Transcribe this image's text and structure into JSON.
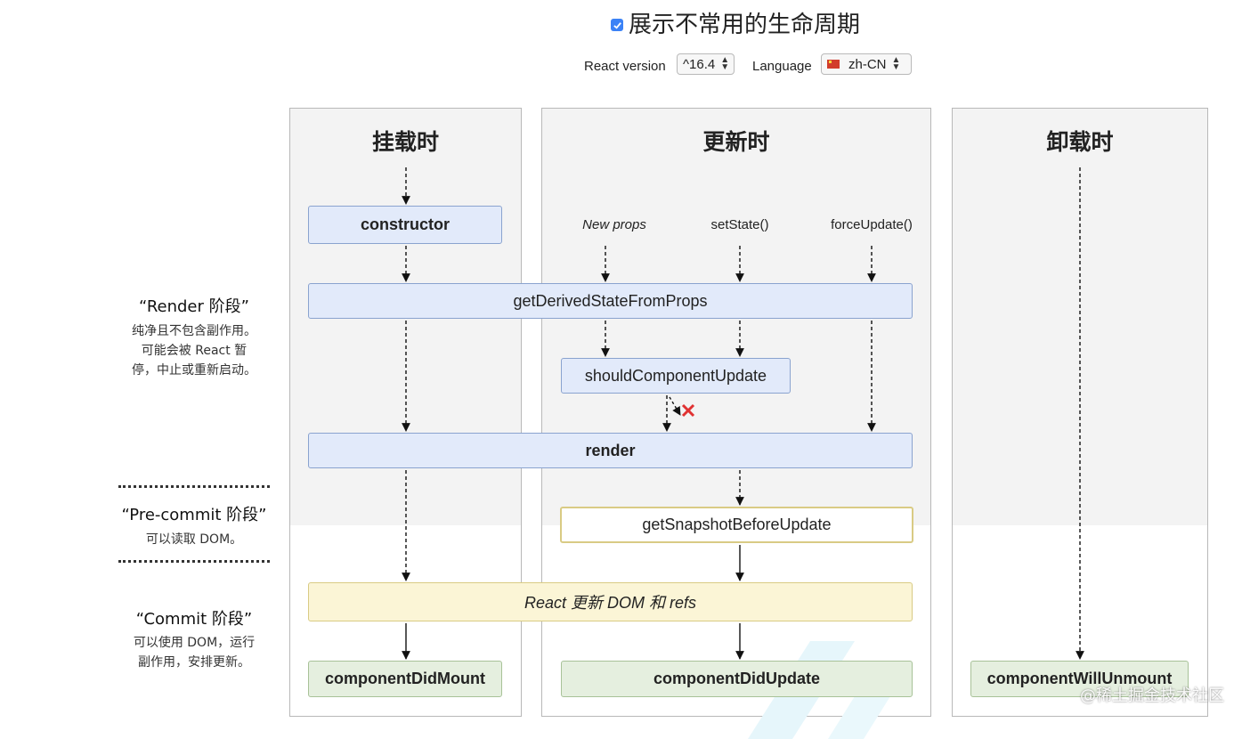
{
  "header": {
    "title": "展示不常用的生命周期",
    "react_version_label": "React version",
    "react_version_value": "^16.4",
    "language_label": "Language",
    "language_value": "zh-CN"
  },
  "columns": {
    "mounting": {
      "title": "挂载时"
    },
    "updating": {
      "title": "更新时"
    },
    "unmounting": {
      "title": "卸载时"
    }
  },
  "phases": {
    "render": {
      "title": "“Render 阶段”",
      "desc_lines": [
        "纯净且不包含副作用。",
        "可能会被 React 暂",
        "停，中止或重新启动。"
      ]
    },
    "precommit": {
      "title": "“Pre-commit 阶段”",
      "desc_lines": [
        "可以读取 DOM。"
      ]
    },
    "commit": {
      "title": "“Commit 阶段”",
      "desc_lines": [
        "可以使用 DOM，运行",
        "副作用，安排更新。"
      ]
    }
  },
  "triggers": {
    "new_props": "New props",
    "set_state": "setState()",
    "force_update": "forceUpdate()"
  },
  "methods": {
    "constructor": "constructor",
    "get_derived_state": "getDerivedStateFromProps",
    "should_update": "shouldComponentUpdate",
    "render": "render",
    "get_snapshot": "getSnapshotBeforeUpdate",
    "react_updates_dom": "React 更新 DOM 和 refs",
    "did_mount": "componentDidMount",
    "did_update": "componentDidUpdate",
    "will_unmount": "componentWillUnmount"
  },
  "watermark": "@稀土掘金技术社区",
  "colors": {
    "render_box": "#e2eafa",
    "commit_box": "#fbf5d6",
    "lifecycle_end_box": "#e5efdf",
    "cancel_mark": "#e03131",
    "checkbox": "#3b82f6"
  }
}
